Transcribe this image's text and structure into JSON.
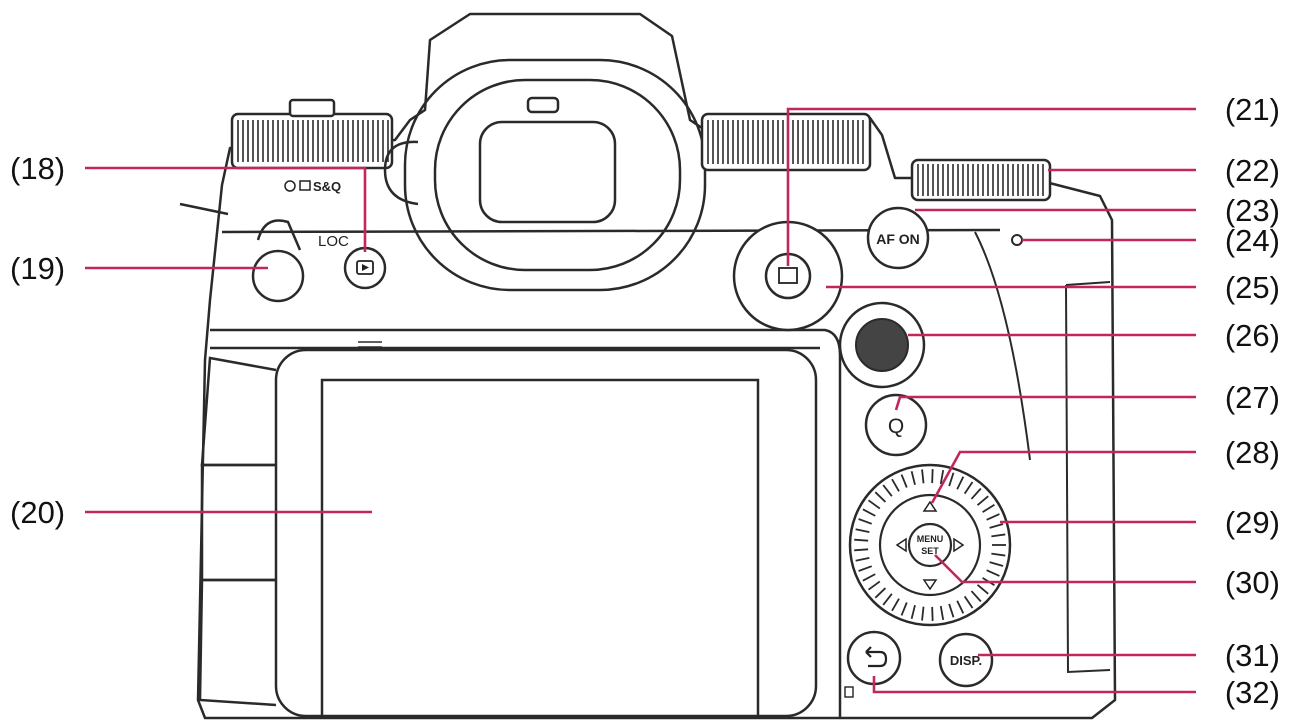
{
  "diagram": {
    "callouts": [
      {
        "id": "18",
        "label": "(18)"
      },
      {
        "id": "19",
        "label": "(19)"
      },
      {
        "id": "20",
        "label": "(20)"
      },
      {
        "id": "21",
        "label": "(21)"
      },
      {
        "id": "22",
        "label": "(22)"
      },
      {
        "id": "23",
        "label": "(23)"
      },
      {
        "id": "24",
        "label": "(24)"
      },
      {
        "id": "25",
        "label": "(25)"
      },
      {
        "id": "26",
        "label": "(26)"
      },
      {
        "id": "27",
        "label": "(27)"
      },
      {
        "id": "28",
        "label": "(28)"
      },
      {
        "id": "29",
        "label": "(29)"
      },
      {
        "id": "30",
        "label": "(30)"
      },
      {
        "id": "31",
        "label": "(31)"
      },
      {
        "id": "32",
        "label": "(32)"
      }
    ],
    "body_text": {
      "mode_marks": "S&Q",
      "lock": "LOC",
      "af_on": "AF ON",
      "menu": "MENU",
      "menu_set": "SET",
      "disp": "DISP.",
      "quick_menu": "Q"
    }
  },
  "colors": {
    "outline": "#2a2a2a",
    "leader_line": "#c1275d",
    "label": "#111111",
    "body_fill": "#ffffff"
  }
}
